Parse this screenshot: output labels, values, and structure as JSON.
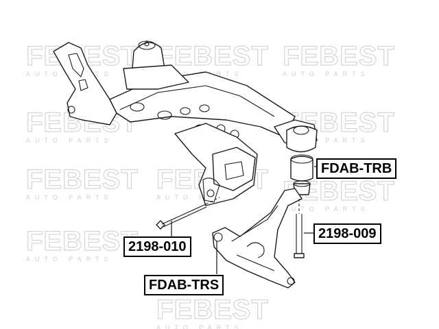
{
  "watermark": {
    "brand": "FEBEST",
    "tagline": "AUTO PARTS"
  },
  "labels": {
    "trb": "FDAB-TRB",
    "p009": "2198-009",
    "p010": "2198-010",
    "trs": "FDAB-TRS"
  },
  "colors": {
    "line": "#1a1a1a",
    "watermark": "#d4d4d4",
    "background": "#ffffff"
  }
}
